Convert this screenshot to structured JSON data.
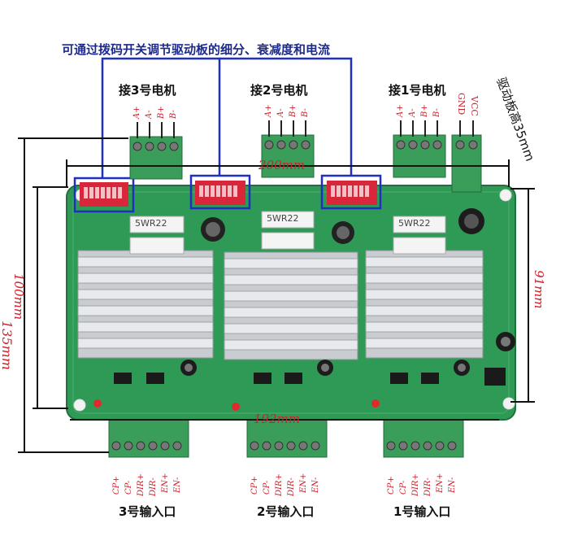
{
  "title": "可通过拨码开关调节驱动板的细分、衰减度和电流",
  "connectors_top": [
    {
      "label": "接3号电机",
      "pins": [
        "A+",
        "A-",
        "B+",
        "B-"
      ]
    },
    {
      "label": "接2号电机",
      "pins": [
        "A+",
        "A-",
        "B+",
        "B-"
      ]
    },
    {
      "label": "接1号电机",
      "pins": [
        "A+",
        "A-",
        "B+",
        "B-"
      ]
    }
  ],
  "power_pins": [
    "GND",
    "VCC"
  ],
  "side_note": "驱动板高35mm",
  "dimensions": {
    "top_width": "200mm",
    "bottom_width": "192mm",
    "left_inner": "100mm",
    "left_outer": "135mm",
    "right": "91mm"
  },
  "connectors_bottom": [
    {
      "label": "3号输入口",
      "pins": [
        "CP+",
        "CP-",
        "DIR+",
        "DIR-",
        "EN+",
        "EN-"
      ]
    },
    {
      "label": "2号输入口",
      "pins": [
        "CP+",
        "CP-",
        "DIR+",
        "DIR-",
        "EN+",
        "EN-"
      ]
    },
    {
      "label": "1号输入口",
      "pins": [
        "CP+",
        "CP-",
        "DIR+",
        "DIR-",
        "EN+",
        "EN-"
      ]
    }
  ],
  "resistor_marking": "5WR22",
  "colors": {
    "board": "#2f9a55",
    "dip": "#d8263a",
    "highlight": "#1f2fbf",
    "dim_text": "#d0202a",
    "heatsink": "#c9ccd0",
    "terminal": "#3a9e5a"
  }
}
